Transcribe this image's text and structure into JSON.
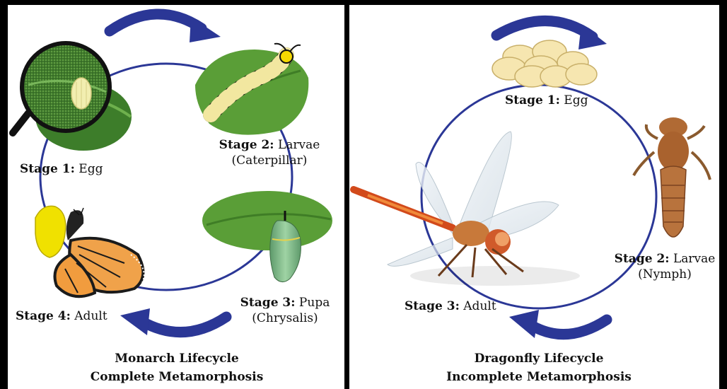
{
  "monarch": {
    "stage1": {
      "bold": "Stage 1:",
      "text": " Egg"
    },
    "stage2": {
      "bold": "Stage 2:",
      "text": " Larvae",
      "sub": "(Caterpillar)"
    },
    "stage3": {
      "bold": "Stage 3:",
      "text": " Pupa",
      "sub": "(Chrysalis)"
    },
    "stage4": {
      "bold": "Stage 4:",
      "text": " Adult"
    },
    "title": "Monarch Lifecycle",
    "subtitle": "Complete Metamorphosis"
  },
  "dragonfly": {
    "stage1": {
      "bold": "Stage 1:",
      "text": " Egg"
    },
    "stage2": {
      "bold": "Stage 2:",
      "text": " Larvae",
      "sub": "(Nymph)"
    },
    "stage3": {
      "bold": "Stage 3:",
      "text": " Adult"
    },
    "title": "Dragonfly Lifecycle",
    "subtitle": "Incomplete Metamorphosis"
  },
  "colors": {
    "cycle": "#2b3796",
    "leaf": "#5a9e37",
    "border": "#000000"
  },
  "icons": [
    "magnifier-egg-icon",
    "caterpillar-icon",
    "chrysalis-icon",
    "butterfly-icon",
    "dragonfly-eggs-icon",
    "nymph-icon",
    "dragonfly-icon",
    "cycle-arrow-icon"
  ]
}
